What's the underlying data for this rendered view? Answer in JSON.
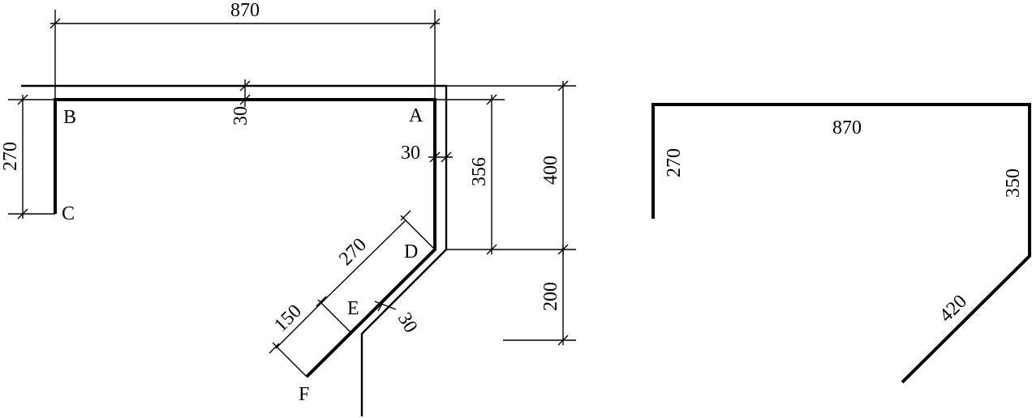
{
  "left_figure": {
    "points": {
      "A": "A",
      "B": "B",
      "C": "C",
      "D": "D",
      "E": "E",
      "F": "F"
    },
    "dims": {
      "top_width": "870",
      "top_thickness": "30",
      "left_height": "270",
      "right_thickness": "30",
      "inner_height": "356",
      "outer_height": "400",
      "lower_offset": "200",
      "diag_long": "270",
      "diag_short": "150",
      "diag_thickness": "30"
    }
  },
  "right_figure": {
    "dims": {
      "top": "870",
      "left": "270",
      "right": "350",
      "diagonal": "420"
    }
  }
}
